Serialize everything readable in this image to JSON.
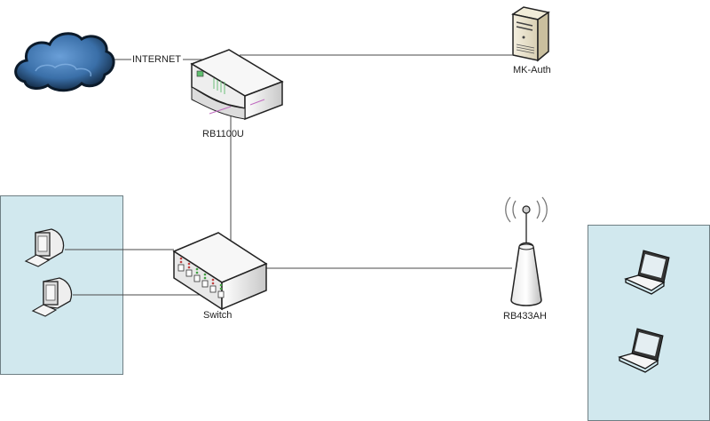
{
  "diagram": {
    "title": "Network topology",
    "zones": [
      {
        "id": "wired-lan",
        "fill": "#d1e8ee",
        "border": "#6f7f84"
      },
      {
        "id": "wireless-lan",
        "fill": "#d1e8ee",
        "border": "#6f7f84"
      }
    ],
    "nodes": {
      "cloud": {
        "label": "INTERNET",
        "icon": "cloud-icon",
        "color": "#3a6fa8"
      },
      "router": {
        "label": "RB1100U",
        "icon": "router-icon"
      },
      "server": {
        "label": "MK-Auth",
        "icon": "server-icon"
      },
      "switch": {
        "label": "Switch",
        "icon": "switch-icon"
      },
      "ap": {
        "label": "RB433AH",
        "icon": "wireless-access-point-icon"
      },
      "pc1": {
        "icon": "desktop-computer-icon"
      },
      "pc2": {
        "icon": "desktop-computer-icon"
      },
      "laptop1": {
        "icon": "laptop-icon"
      },
      "laptop2": {
        "icon": "laptop-icon"
      }
    },
    "edges": [
      {
        "from": "cloud",
        "to": "router",
        "label": "INTERNET"
      },
      {
        "from": "router",
        "to": "server"
      },
      {
        "from": "router",
        "to": "switch"
      },
      {
        "from": "switch",
        "to": "pc1"
      },
      {
        "from": "switch",
        "to": "pc2"
      },
      {
        "from": "switch",
        "to": "ap"
      }
    ],
    "line_color": "#4a4a4a"
  }
}
